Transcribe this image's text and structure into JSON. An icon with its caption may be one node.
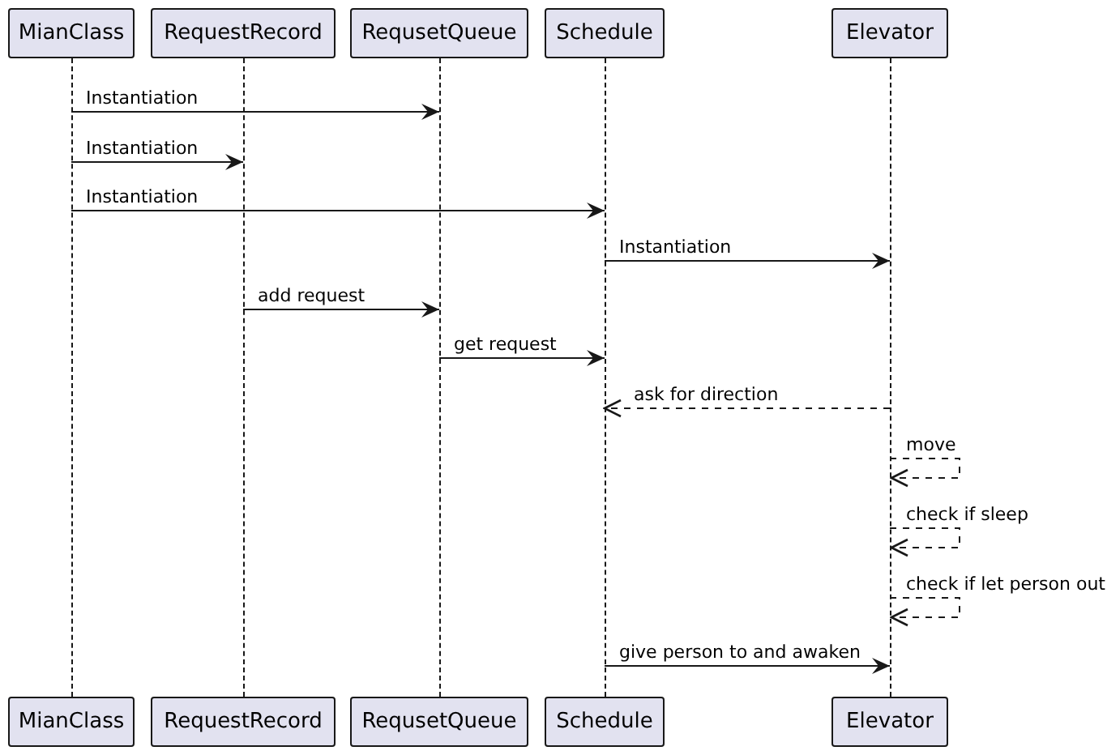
{
  "diagram": {
    "nodes": [
      {
        "text": [
          "MianClass"
        ]
      },
      {
        "text": [
          "RequestRecord"
        ]
      },
      {
        "text": [
          "RequsetQueue"
        ]
      },
      {
        "text": [
          "Schedule"
        ]
      },
      {
        "text": [
          "Elevator"
        ]
      },
      {
        "text": [],
        "shape": "line"
      },
      {
        "text": [],
        "shape": "line"
      },
      {
        "text": [],
        "shape": "line"
      },
      {
        "text": [],
        "shape": "line"
      },
      {
        "text": [],
        "shape": "line"
      },
      {
        "text": [
          "MianClass"
        ]
      },
      {
        "text": [
          "RequestRecord"
        ]
      },
      {
        "text": [
          "RequsetQueue"
        ]
      },
      {
        "text": [
          "Schedule"
        ]
      },
      {
        "text": [
          "Elevator"
        ]
      }
    ],
    "edges": [
      {
        "from": 5,
        "to": 7,
        "arrow": "to",
        "label": "Instantiation"
      },
      {
        "from": 5,
        "to": 6,
        "arrow": "to",
        "label": "Instantiation"
      },
      {
        "from": 5,
        "to": 8,
        "arrow": "to",
        "label": "Instantiation"
      },
      {
        "from": 8,
        "to": 9,
        "arrow": "to",
        "label": "Instantiation"
      },
      {
        "from": 6,
        "to": 7,
        "arrow": "to",
        "label": "add request"
      },
      {
        "from": 7,
        "to": 8,
        "arrow": "to",
        "label": "get request"
      },
      {
        "from": 9,
        "to": 8,
        "arrow": "to",
        "label": "ask for direction",
        "style": "dashed"
      },
      {
        "from": 9,
        "to": 9,
        "arrow": "to",
        "label": "move",
        "style": "dashed"
      },
      {
        "from": 9,
        "to": 9,
        "arrow": "to",
        "label": "check if sleep",
        "style": "dashed"
      },
      {
        "from": 9,
        "to": 9,
        "arrow": "to",
        "label": "check if let person out",
        "style": "dashed"
      },
      {
        "from": 8,
        "to": 9,
        "arrow": "to",
        "label": "give person to and awaken"
      }
    ]
  }
}
